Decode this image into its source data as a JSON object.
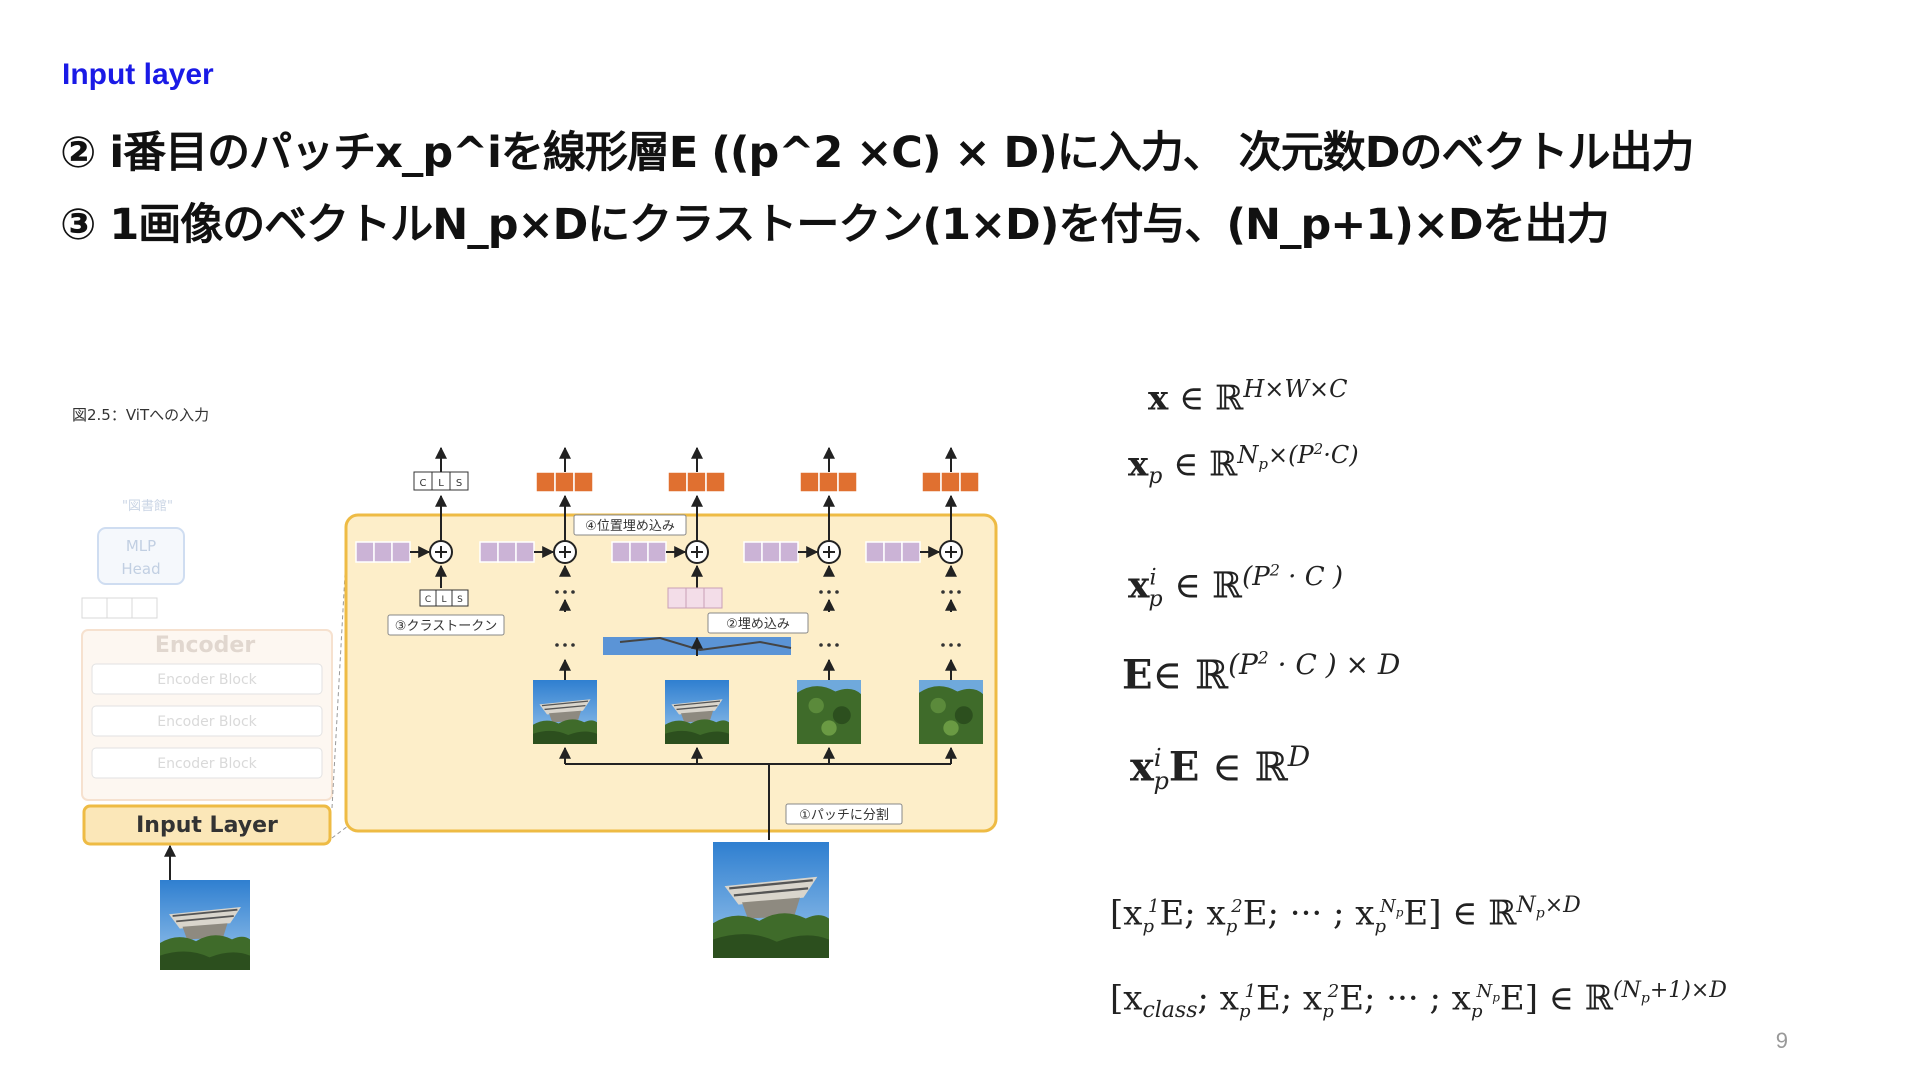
{
  "section_title": "Input layer",
  "headlines": [
    "② i番目のパッチx_p^iを線形層E ((p^2 ×C) × D)に入力、 次元数Dのベクトル出力",
    "③ 1画像のベクトルN_p×Dにクラストークン(1×D)を付与、(N_p+1)×Dを出力"
  ],
  "figure": {
    "caption": "図2.5：ViTへの入力",
    "library_label": "\"図書館\"",
    "mlp_head": [
      "MLP",
      "Head"
    ],
    "cls_letters": [
      "C",
      "L",
      "S"
    ],
    "encoder_title": "Encoder",
    "encoder_blocks": [
      "Encoder Block",
      "Encoder Block",
      "Encoder Block"
    ],
    "input_layer_label": "Input Layer",
    "callouts": {
      "position_embedding": "④位置埋め込み",
      "class_token": "③クラストークン",
      "embedding": "②埋め込み",
      "split_patches": "①パッチに分割"
    },
    "colors": {
      "panel_fill": "#fdeec9",
      "panel_border": "#eebb44",
      "output_token": "#e07030",
      "position_token": "#cbb3d6",
      "embed_token": "#f3dde8",
      "input_layer_fill": "#fbe7b8",
      "faded": "#c9d9ef"
    }
  },
  "math": {
    "eq1": {
      "sym": "x",
      "sup": "H×W×C"
    },
    "eq2": {
      "sym": "x",
      "sub": "p",
      "sup": "N",
      "sup_sub": "p",
      "sup_rest": "×(P",
      "sup_pow": "2",
      "sup_end": "·C)"
    },
    "eq3": {
      "sym": "x",
      "sub": "p",
      "supi": "i",
      "sup": "(P",
      "sup_pow": "2",
      "sup_end": " · C )"
    },
    "eq4": {
      "sym": "E",
      "sup": "(P",
      "sup_pow": "2",
      "sup_end": " · C ) × D"
    },
    "eq5": {
      "sym": "x",
      "sub": "p",
      "supi": "i",
      "sym2": "E",
      "sup": "D"
    },
    "eq6": {
      "text": "[x",
      "sub1": "p",
      "sup1": "1",
      "mid1": "E; x",
      "sub2": "p",
      "sup2": "2",
      "mid2": "E; ··· ; x",
      "sub3": "p",
      "sup3": "N",
      "sup3s": "p",
      "end": "E] ∈ ℝ",
      "supR": "N",
      "supRs": "p",
      "supRe": "×D"
    },
    "eq7": {
      "text": "[x",
      "subc": "class",
      "mid0": "; x",
      "sub1": "p",
      "sup1": "1",
      "mid1": "E; x",
      "sub2": "p",
      "sup2": "2",
      "mid2": "E; ··· ; x",
      "sub3": "p",
      "sup3": "N",
      "sup3s": "p",
      "end": "E] ∈ ℝ",
      "supR": "(N",
      "supRs": "p",
      "supRe": "+1)×D"
    },
    "in_r": "∈ ℝ"
  },
  "page_number": "9"
}
